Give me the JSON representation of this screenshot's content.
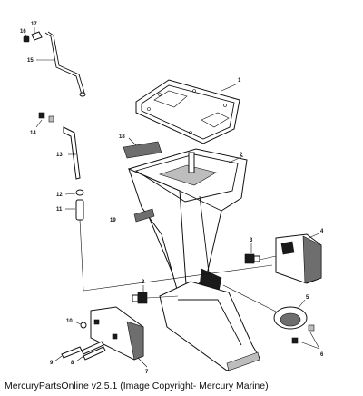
{
  "caption": "MercuryPartsOnline v2.5.1 (Image Copyright- Mercury Marine)",
  "callouts": {
    "c1": "1",
    "c2": "2",
    "c3a": "3",
    "c3b": "3",
    "c4": "4",
    "c5": "5",
    "c6": "6",
    "c7": "7",
    "c8": "8",
    "c9": "9",
    "c10": "10",
    "c11": "11",
    "c12": "12",
    "c13": "13",
    "c14": "14",
    "c15": "15",
    "c16": "16",
    "c17": "17",
    "c18": "18",
    "c19": "19"
  }
}
